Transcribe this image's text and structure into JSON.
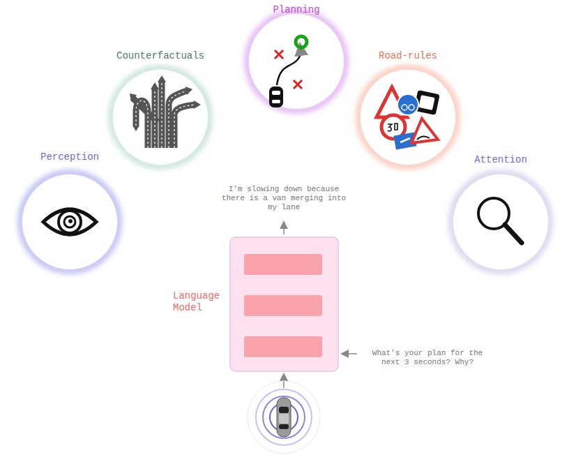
{
  "diagram": {
    "nodes": [
      {
        "text": [
          "Planning"
        ]
      },
      {
        "text": [
          "Counterfactuals"
        ]
      },
      {
        "text": [
          "Road-rules"
        ]
      },
      {
        "text": [
          "Perception"
        ]
      },
      {
        "text": [
          "Attention"
        ]
      },
      {
        "text": [
          "Language Model"
        ]
      }
    ],
    "labels": [
      "I'm slowing down because there is a van merging into my lane",
      "What's your plan for the next 3 seconds? Why?"
    ]
  }
}
